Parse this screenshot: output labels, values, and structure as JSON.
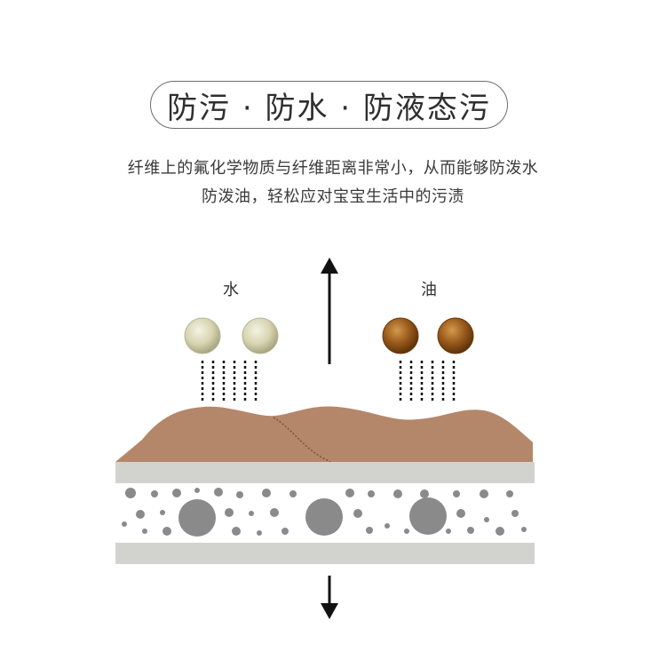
{
  "heading": {
    "title": "防污 · 防水 · 防液态污"
  },
  "description": {
    "line1": "纤维上的氟化学物质与纤维距离非常小，从而能够防泼水",
    "line2": "防泼油，轻松应对宝宝生活中的污渍"
  },
  "diagram": {
    "water_label": "水",
    "oil_label": "油"
  },
  "colors": {
    "fabric": "#b5876a",
    "water_drop": "#d8d6b4",
    "oil_drop": "#9a5a1c",
    "layer_grey": "#d2d2cf",
    "dot_grey": "#8a8a8a"
  }
}
